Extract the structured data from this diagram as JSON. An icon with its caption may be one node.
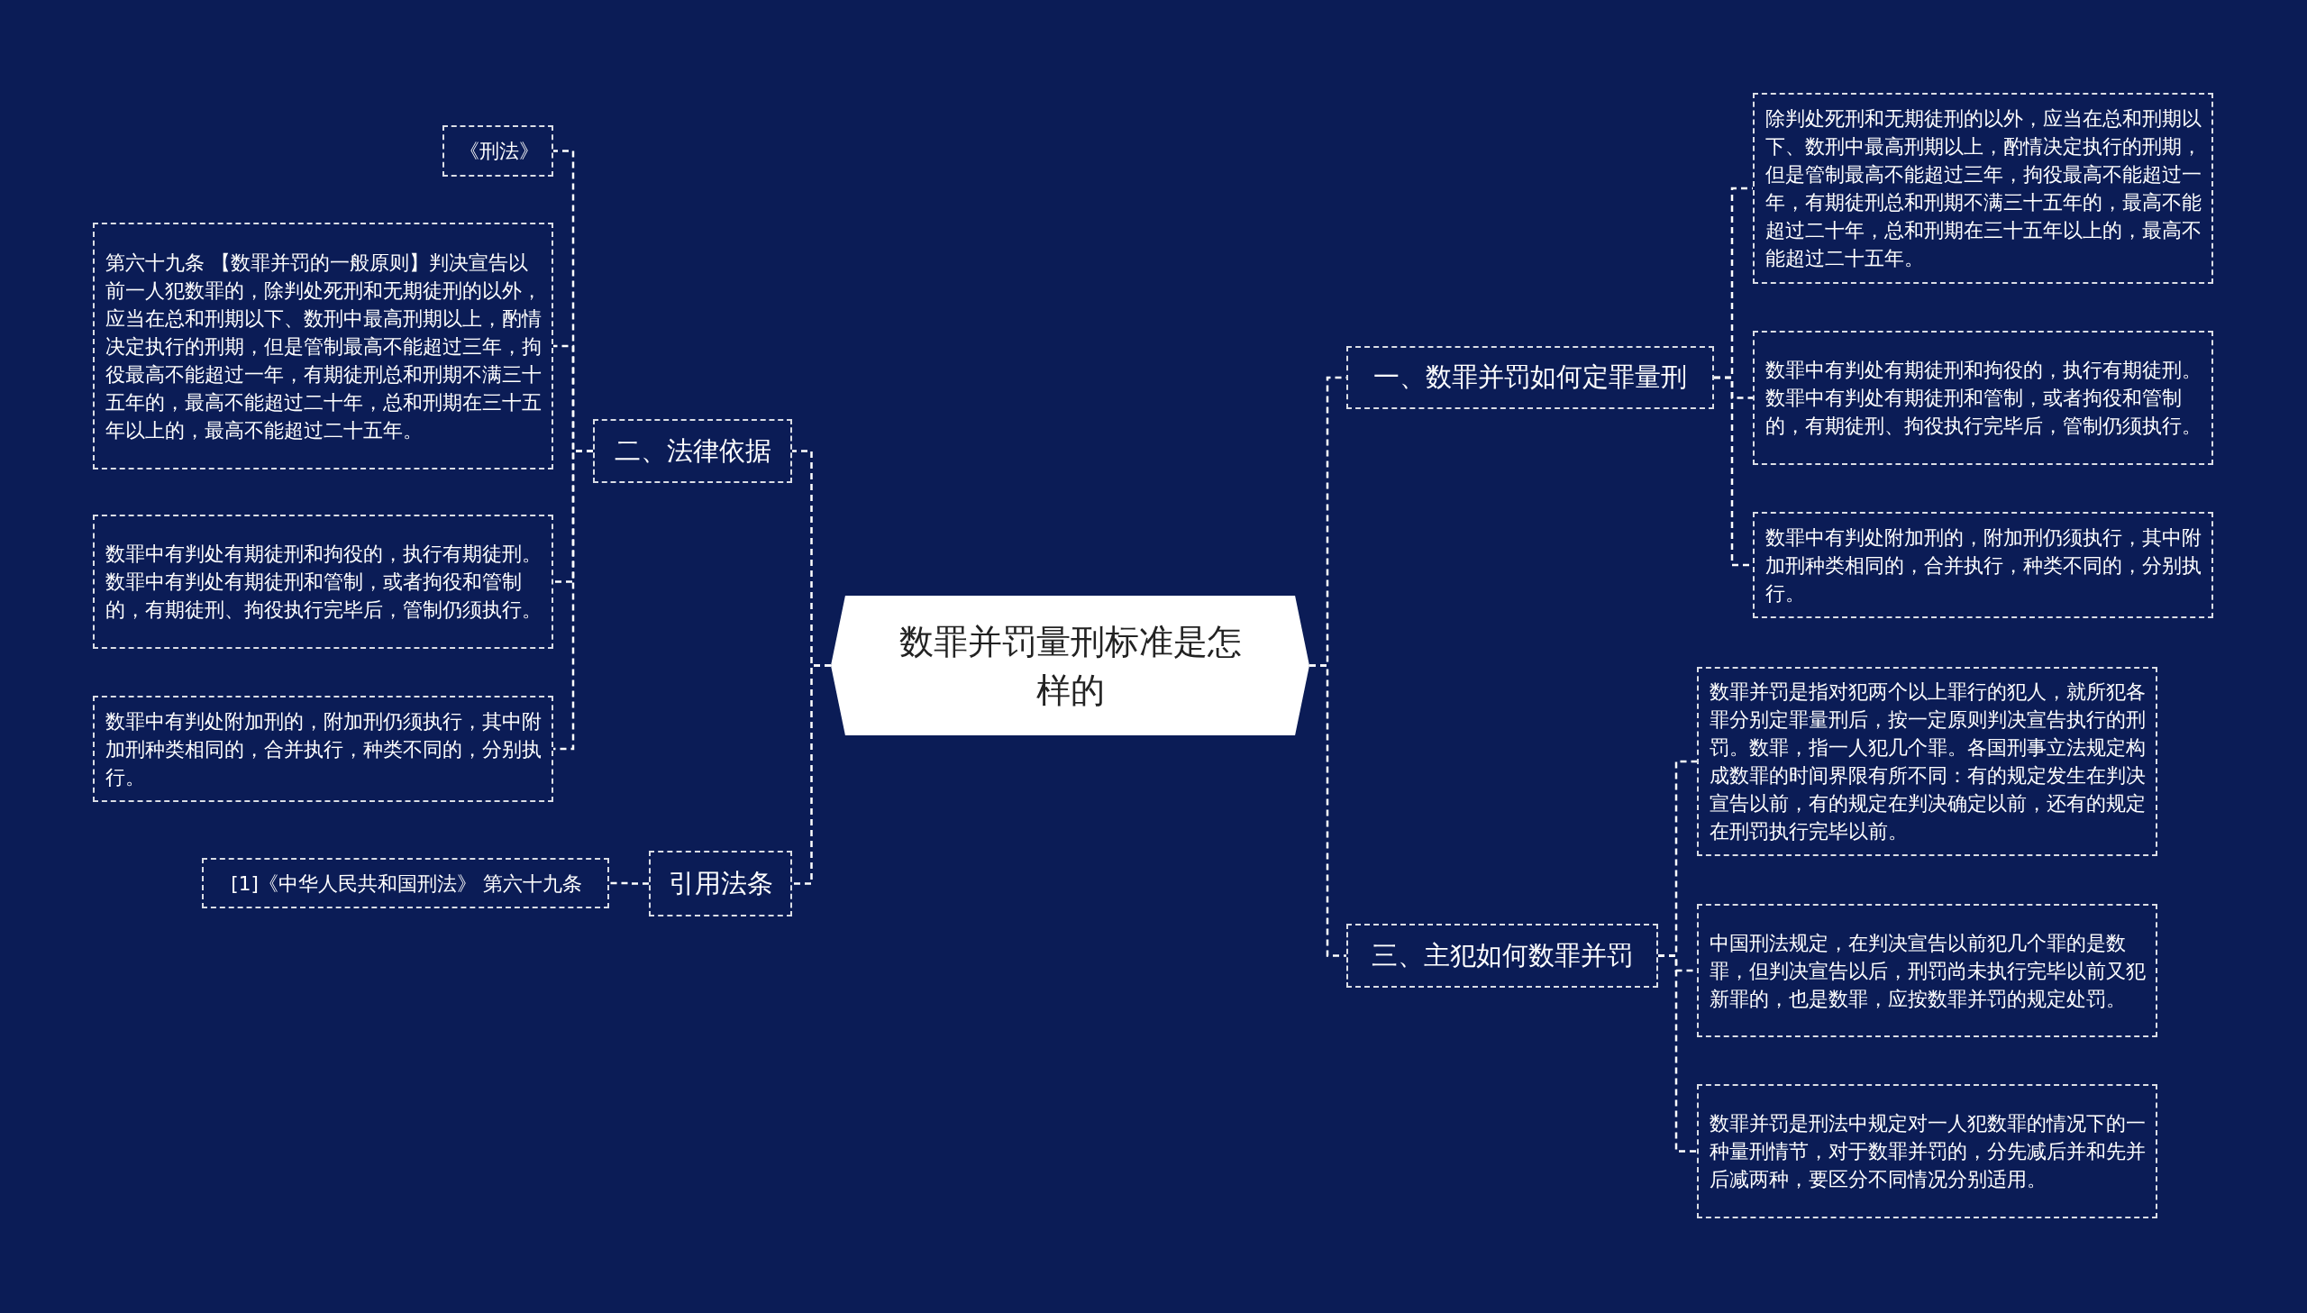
{
  "diagram": {
    "nodes": [
      {
        "text": [
          "数罪并罚量刑标准是怎样的"
        ]
      },
      {
        "text": [
          "一、数罪并罚如何定罪量刑"
        ]
      },
      {
        "text": [
          "除判处死刑和无期徒刑的以外，应当在总和刑期以下、数刑中最高刑期以上，酌情决定执行的刑期，但是管制最高不能超过三年，拘役最高不能超过一年，有期徒刑总和刑期不满三十五年的，最高不能超过二十年，总和刑期在三十五年以上的，最高不能超过二十五年。"
        ]
      },
      {
        "text": [
          "数罪中有判处有期徒刑和拘役的，执行有期徒刑。数罪中有判处有期徒刑和管制，或者拘役和管制的，有期徒刑、拘役执行完毕后，管制仍须执行。"
        ]
      },
      {
        "text": [
          "数罪中有判处附加刑的，附加刑仍须执行，其中附加刑种类相同的，合并执行，种类不同的，分别执行。"
        ]
      },
      {
        "text": [
          "三、主犯如何数罪并罚"
        ]
      },
      {
        "text": [
          "数罪并罚是指对犯两个以上罪行的犯人，就所犯各罪分别定罪量刑后，按一定原则判决宣告执行的刑罚。数罪，指一人犯几个罪。各国刑事立法规定构成数罪的时间界限有所不同：有的规定发生在判决宣告以前，有的规定在判决确定以前，还有的规定在刑罚执行完毕以前。"
        ]
      },
      {
        "text": [
          "中国刑法规定，在判决宣告以前犯几个罪的是数罪，但判决宣告以后，刑罚尚未执行完毕以前又犯新罪的，也是数罪，应按数罪并罚的规定处罚。"
        ]
      },
      {
        "text": [
          "数罪并罚是刑法中规定对一人犯数罪的情况下的一种量刑情节，对于数罪并罚的，分先减后并和先并后减两种，要区分不同情况分别适用。"
        ]
      },
      {
        "text": [
          "二、法律依据"
        ]
      },
      {
        "text": [
          "《刑法》"
        ]
      },
      {
        "text": [
          "第六十九条 【数罪并罚的一般原则】判决宣告以前一人犯数罪的，除判处死刑和无期徒刑的以外，应当在总和刑期以下、数刑中最高刑期以上，酌情决定执行的刑期，但是管制最高不能超过三年，拘役最高不能超过一年，有期徒刑总和刑期不满三十五年的，最高不能超过二十年，总和刑期在三十五年以上的，最高不能超过二十五年。"
        ]
      },
      {
        "text": [
          "数罪中有判处有期徒刑和拘役的，执行有期徒刑。数罪中有判处有期徒刑和管制，或者拘役和管制的，有期徒刑、拘役执行完毕后，管制仍须执行。"
        ]
      },
      {
        "text": [
          "数罪中有判处附加刑的，附加刑仍须执行，其中附加刑种类相同的，合并执行，种类不同的，分别执行。"
        ]
      },
      {
        "text": [
          "引用法条"
        ]
      },
      {
        "text": [
          "[1]《中华人民共和国刑法》 第六十九条"
        ]
      }
    ],
    "edges": [
      {
        "from": 0,
        "to": 1,
        "arrow": "none"
      },
      {
        "from": 0,
        "to": 5,
        "arrow": "none"
      },
      {
        "from": 0,
        "to": 9,
        "arrow": "none"
      },
      {
        "from": 0,
        "to": 14,
        "arrow": "none"
      },
      {
        "from": 1,
        "to": 2,
        "arrow": "none"
      },
      {
        "from": 1,
        "to": 3,
        "arrow": "none"
      },
      {
        "from": 1,
        "to": 4,
        "arrow": "none"
      },
      {
        "from": 5,
        "to": 6,
        "arrow": "none"
      },
      {
        "from": 5,
        "to": 7,
        "arrow": "none"
      },
      {
        "from": 5,
        "to": 8,
        "arrow": "none"
      },
      {
        "from": 9,
        "to": 10,
        "arrow": "none"
      },
      {
        "from": 9,
        "to": 11,
        "arrow": "none"
      },
      {
        "from": 9,
        "to": 12,
        "arrow": "none"
      },
      {
        "from": 9,
        "to": 13,
        "arrow": "none"
      },
      {
        "from": 14,
        "to": 15,
        "arrow": "none"
      }
    ]
  }
}
